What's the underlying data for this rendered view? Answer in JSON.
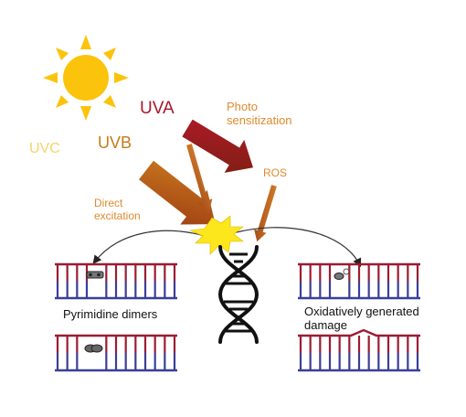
{
  "labels": {
    "uvc": "UVC",
    "uvb": "UVB",
    "uva": "UVA",
    "photosensitization": "Photo sensitization",
    "ros": "ROS",
    "direct_excitation": "Direct excitation",
    "pyrimidine_dimers": "Pyrimidine dimers",
    "oxidative_damage": "Oxidatively generated damage"
  },
  "colors": {
    "sun": "#fcc30c",
    "sun_rays": "#fcc30c",
    "uvc": "#f6d36a",
    "uvb": "#c77a1c",
    "uva": "#a8182a",
    "orange_text": "#e08a2c",
    "backbone_red": "#9b1c33",
    "backbone_blue": "#3b3e99",
    "helix": "#111111",
    "starburst": "#fce61c"
  },
  "icons": [
    "sun-icon",
    "dna-helix-icon",
    "starburst-icon"
  ]
}
